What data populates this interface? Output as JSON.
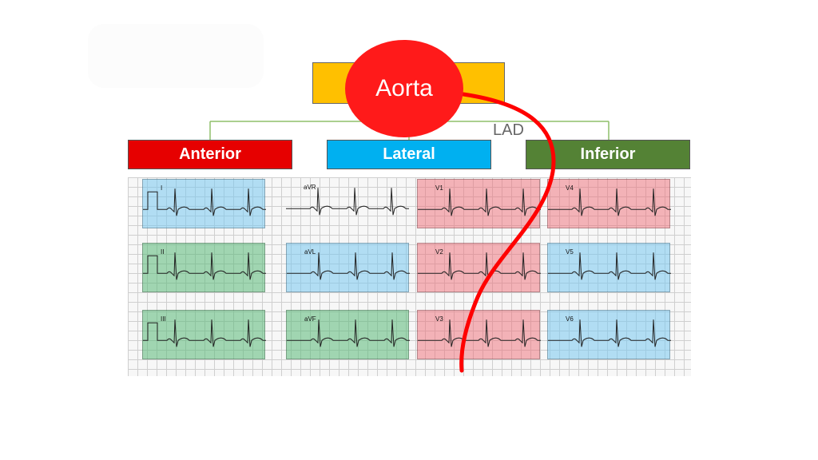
{
  "aorta_label": "Aorta",
  "artery_label": "LAD",
  "categories": [
    {
      "label": "Anterior",
      "color": "#e60000"
    },
    {
      "label": "Lateral",
      "color": "#00b0f0"
    },
    {
      "label": "Inferior",
      "color": "#548235"
    }
  ],
  "colors": {
    "top_box": "#ffc000",
    "connector": "#8fbf6a",
    "artery": "#ff0000",
    "lateral_fill": "rgba(120,200,240,0.55)",
    "inferior_fill": "rgba(90,185,120,0.55)",
    "anterior_fill": "rgba(240,110,120,0.5)"
  },
  "ecg_leads": [
    {
      "name": "I",
      "group": "lateral"
    },
    {
      "name": "aVR",
      "group": "none"
    },
    {
      "name": "V1",
      "group": "anterior"
    },
    {
      "name": "V4",
      "group": "anterior"
    },
    {
      "name": "II",
      "group": "inferior"
    },
    {
      "name": "aVL",
      "group": "lateral"
    },
    {
      "name": "V2",
      "group": "anterior"
    },
    {
      "name": "V5",
      "group": "lateral"
    },
    {
      "name": "III",
      "group": "inferior"
    },
    {
      "name": "aVF",
      "group": "inferior"
    },
    {
      "name": "V3",
      "group": "anterior"
    },
    {
      "name": "V6",
      "group": "lateral"
    }
  ]
}
